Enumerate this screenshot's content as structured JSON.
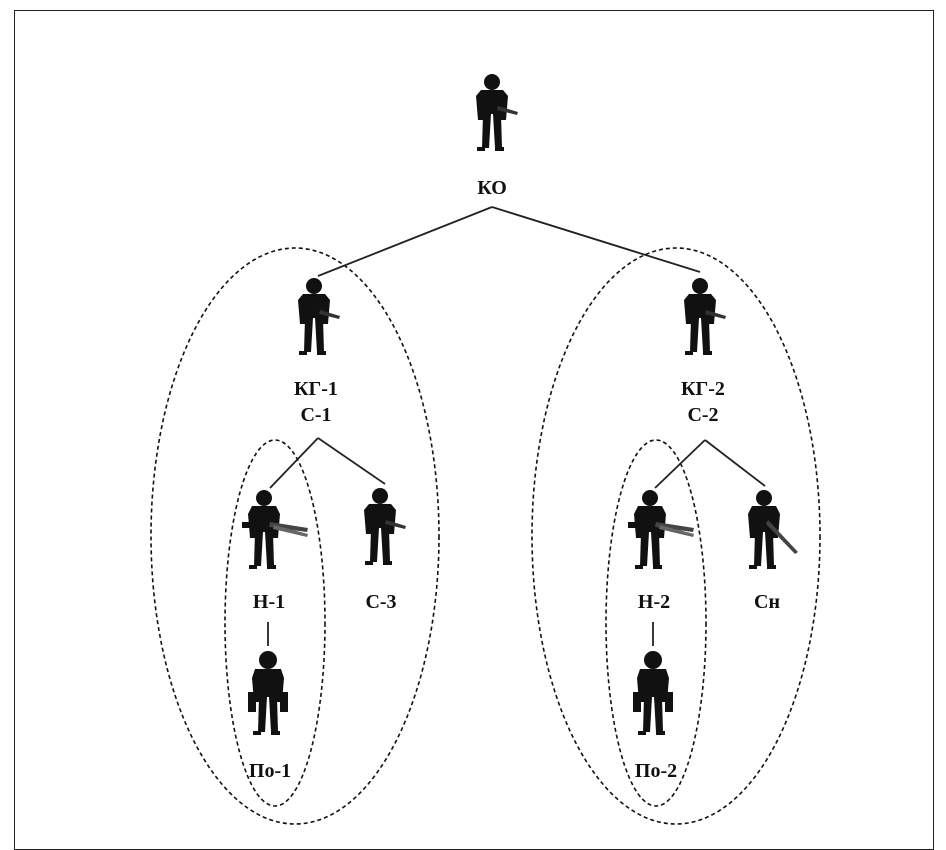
{
  "diagram": {
    "nodes": [
      {
        "id": "ko",
        "lines": [
          "КО"
        ],
        "figure": "rifleman"
      },
      {
        "id": "kg1",
        "lines": [
          "КГ-1",
          "С-1"
        ],
        "figure": "rifleman"
      },
      {
        "id": "kg2",
        "lines": [
          "КГ-2",
          "С-2"
        ],
        "figure": "rifleman"
      },
      {
        "id": "n1",
        "lines": [
          "Н-1"
        ],
        "figure": "gunner"
      },
      {
        "id": "c3",
        "lines": [
          "С-3"
        ],
        "figure": "rifleman"
      },
      {
        "id": "n2",
        "lines": [
          "Н-2"
        ],
        "figure": "gunner"
      },
      {
        "id": "sn",
        "lines": [
          "Сн"
        ],
        "figure": "sniper"
      },
      {
        "id": "po1",
        "lines": [
          "По-1"
        ],
        "figure": "assistant"
      },
      {
        "id": "po2",
        "lines": [
          "По-2"
        ],
        "figure": "assistant"
      }
    ],
    "edges": [
      [
        "ko",
        "kg1"
      ],
      [
        "ko",
        "kg2"
      ],
      [
        "kg1",
        "n1"
      ],
      [
        "kg1",
        "c3"
      ],
      [
        "kg2",
        "n2"
      ],
      [
        "kg2",
        "sn"
      ],
      [
        "n1",
        "po1"
      ],
      [
        "n2",
        "po2"
      ]
    ],
    "groups": [
      {
        "id": "group-1",
        "members": [
          "kg1",
          "n1",
          "c3",
          "po1"
        ]
      },
      {
        "id": "group-2",
        "members": [
          "kg2",
          "n2",
          "sn",
          "po2"
        ]
      },
      {
        "id": "pair-1",
        "members": [
          "n1",
          "po1"
        ]
      },
      {
        "id": "pair-2",
        "members": [
          "n2",
          "po2"
        ]
      }
    ]
  }
}
